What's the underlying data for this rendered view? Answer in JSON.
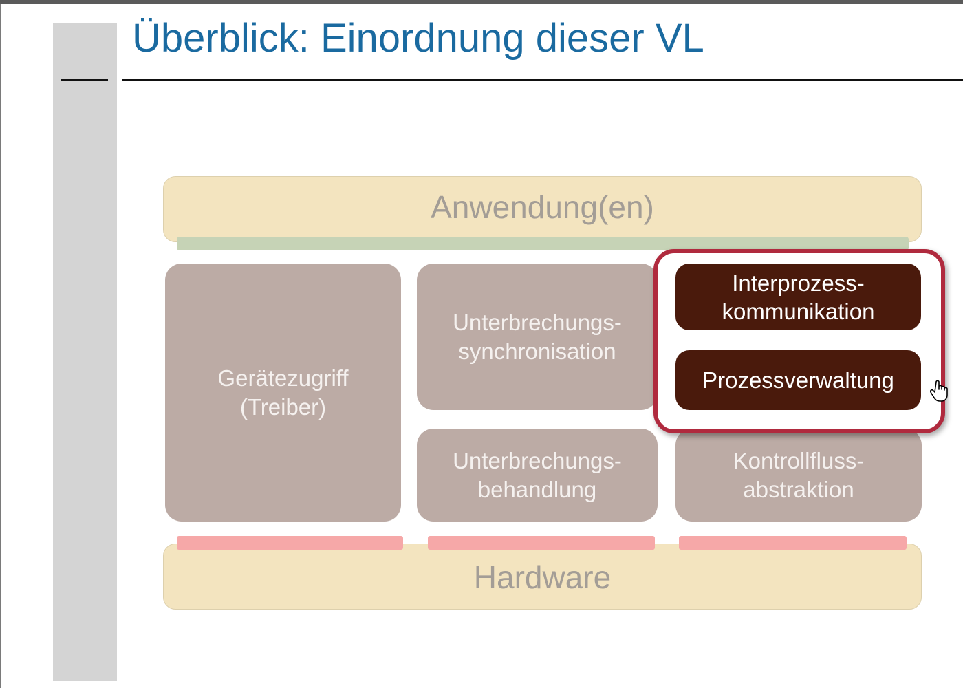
{
  "slide": {
    "title": "Überblick: Einordnung dieser VL"
  },
  "diagram": {
    "application_layer": "Anwendung(en)",
    "hardware_layer": "Hardware",
    "modules": {
      "geraetezugriff": [
        "Gerätezugriff",
        "(Treiber)"
      ],
      "unterbrechungssynchronisation": [
        "Unterbrechungs-",
        "synchronisation"
      ],
      "unterbrechungsbehandlung": [
        "Unterbrechungs-",
        "behandlung"
      ],
      "kontrollflussabstraktion": [
        "Kontrollfluss-",
        "abstraktion"
      ]
    },
    "highlighted_modules": {
      "interprozesskommunikation": [
        "Interprozess-",
        "kommunikation"
      ],
      "prozessverwaltung": "Prozessverwaltung"
    }
  },
  "icons": {
    "cursor": "hand-cursor-icon"
  },
  "colors": {
    "title": "#1a6aa0",
    "layer_fill": "#f3e4bf",
    "module_fill": "#bcaba5",
    "highlighted_fill": "#4a1a0c",
    "highlight_frame": "#b02a3e",
    "app_interface": "#c6d3b6",
    "hardware_interface": "#f6a8a8"
  }
}
